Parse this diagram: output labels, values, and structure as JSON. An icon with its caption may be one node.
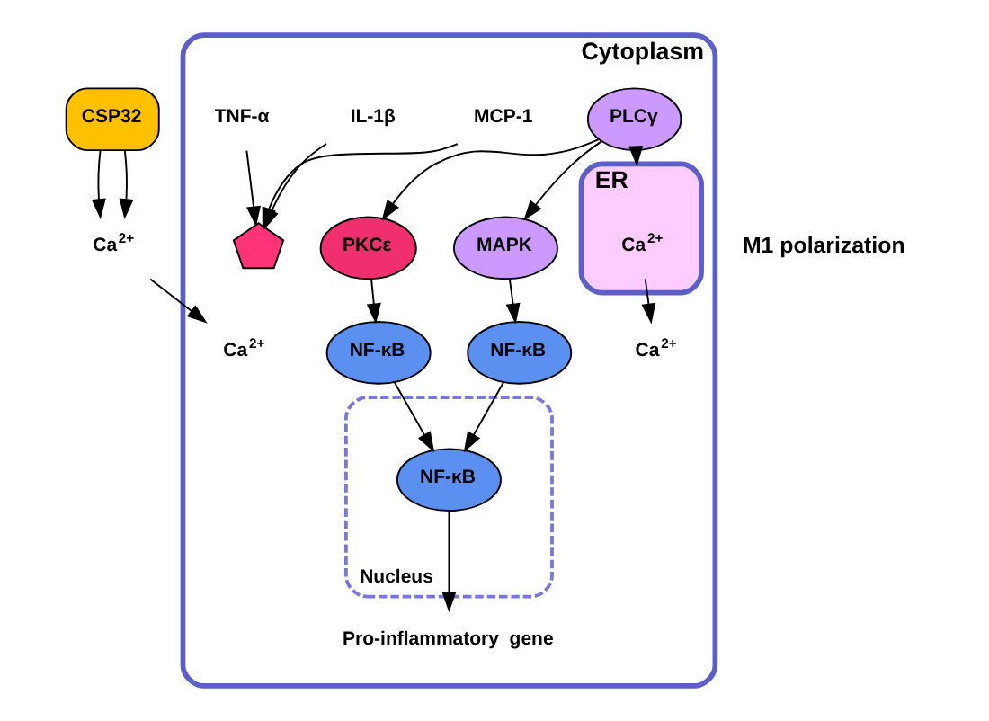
{
  "diagram": {
    "nodes": [
      {
        "text": [
          "CSP32"
        ]
      },
      {
        "text": [
          "Ca$^{2+}$"
        ]
      },
      {
        "text": [
          "Cytoplasm"
        ]
      },
      {
        "text": [
          "Ca$^{2+}$"
        ],
        "in": 2
      },
      {
        "text": [
          "PLCγ"
        ],
        "in": 2
      },
      {
        "text": [
          "ER"
        ],
        "in": 2
      },
      {
        "text": [
          "Ca$^{2+}$"
        ],
        "in": 5
      },
      {
        "text": [
          "Ca$^{2+}$"
        ],
        "in": 2
      },
      {
        "text": [
          "PKCε"
        ],
        "in": 2
      },
      {
        "text": [
          "MAPK"
        ],
        "in": 2
      },
      {
        "text": [
          "NF-κB"
        ],
        "in": 2
      },
      {
        "text": [
          "NF-κB"
        ],
        "in": 2
      },
      {
        "text": [
          "Nucleus"
        ],
        "in": 2
      },
      {
        "text": [
          "NF-κB"
        ],
        "in": 12
      },
      {
        "text": [
          "Pro-inflammatory  gene"
        ],
        "in": 2
      },
      {
        "text": [
          "MCP-1"
        ],
        "in": 2
      },
      {
        "text": [
          "IL-1β"
        ],
        "in": 2
      },
      {
        "text": [
          "TNF-α"
        ],
        "in": 2
      },
      {
        "text": [],
        "shape": "pentagon",
        "in": 2
      }
    ],
    "edges": [
      {
        "from": 0,
        "to": 1,
        "arrow": "to"
      },
      {
        "from": 0,
        "to": 1,
        "arrow": "to"
      },
      {
        "from": 1,
        "to": 3,
        "arrow": "to"
      },
      {
        "from": 4,
        "to": 5,
        "arrow": "to"
      },
      {
        "from": 4,
        "to": 8,
        "arrow": "to"
      },
      {
        "from": 4,
        "to": 9,
        "arrow": "to"
      },
      {
        "from": 6,
        "to": 7,
        "arrow": "to"
      },
      {
        "from": 8,
        "to": 11,
        "arrow": "to"
      },
      {
        "from": 9,
        "to": 10,
        "arrow": "to"
      },
      {
        "from": 10,
        "to": 13,
        "arrow": "to"
      },
      {
        "from": 11,
        "to": 13,
        "arrow": "to"
      },
      {
        "from": 13,
        "to": 14,
        "arrow": "to"
      },
      {
        "from": 15,
        "to": 18,
        "arrow": "to"
      },
      {
        "from": 16,
        "to": 18,
        "arrow": "to"
      },
      {
        "from": 17,
        "to": 18,
        "arrow": "to"
      }
    ],
    "labels": [
      "M1 polarization"
    ]
  }
}
